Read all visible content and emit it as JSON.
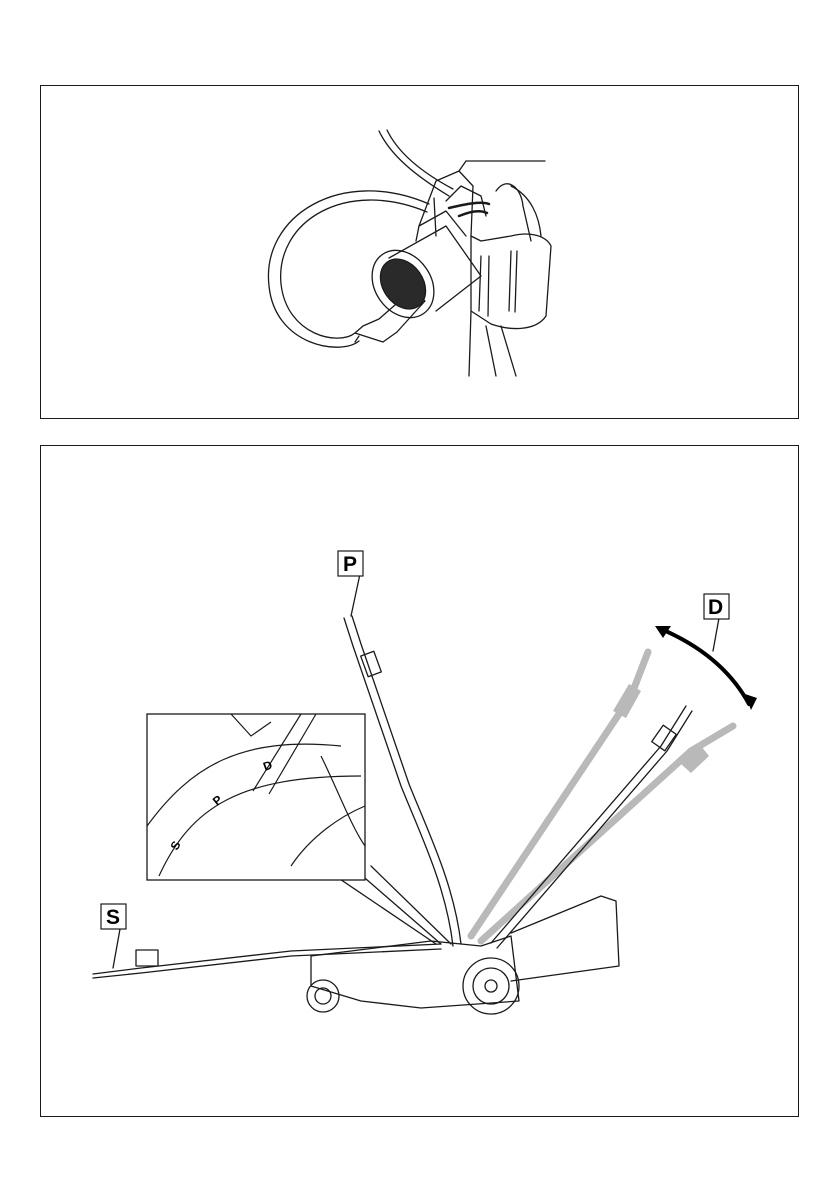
{
  "callouts": {
    "handle_upright": "P",
    "handle_adjust": "D",
    "handle_folded": "S"
  },
  "dial_markings": [
    "S",
    "P",
    "D"
  ],
  "colors": {
    "line": "#1a1a1a",
    "ghost_handle": "#b9b9b9",
    "shade": "#dcdcdc"
  }
}
